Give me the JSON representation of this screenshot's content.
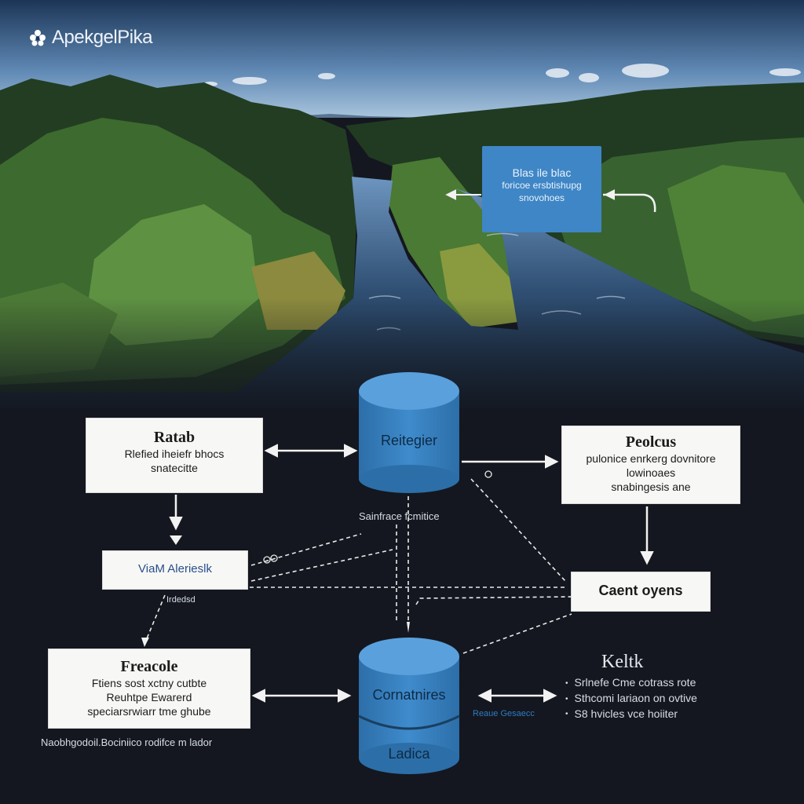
{
  "logo": {
    "text": "ApekgelPika",
    "icon": "paw-flower-icon"
  },
  "river_note": {
    "lines": [
      "Blas ile blac",
      "foricoe ersbtishupg",
      "snovohoes"
    ]
  },
  "boxes": {
    "ratab": {
      "title": "Ratab",
      "lines": [
        "Rlefied iheiefr bhocs",
        "snatecitte"
      ]
    },
    "peolcus": {
      "title": "Peolcus",
      "lines": [
        "pulonice enrkerg dovnitore",
        "lowinoaes",
        "snabingesis ane"
      ]
    },
    "vian": {
      "label": "ViaM Alerieslk"
    },
    "caent": {
      "label": "Caent oyens"
    },
    "freacole": {
      "title": "Freacole",
      "lines": [
        "Ftiens sost xctny cutbte",
        "Reuhtpe Ewarerd",
        "speciarsrwiarr tme ghube"
      ]
    }
  },
  "cylinders": {
    "top": {
      "label": "Reitegier"
    },
    "bottom": {
      "label_top": "Cornatnires",
      "label_bottom": "Ladica"
    }
  },
  "captions": {
    "center": "Sainfrace fcmitice",
    "left_small": "Irdedsd",
    "footer": "Naobhgodoil.Bociniico rodifce m lador",
    "blue_small": "Reaue Gesaecc"
  },
  "side_list": {
    "title": "Keltk",
    "items": [
      "Srlnefe Cme cotrass rote",
      "Sthcomi lariaon on ovtive",
      "S8 hvicles vce hoiiter"
    ]
  },
  "colors": {
    "accent": "#3f86c6",
    "background": "#14171f",
    "box": "#f7f7f5"
  }
}
